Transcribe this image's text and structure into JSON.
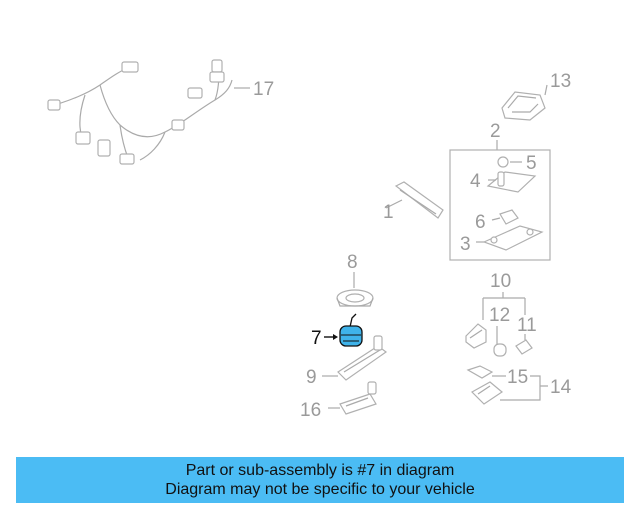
{
  "callouts": {
    "c1": "1",
    "c2": "2",
    "c3": "3",
    "c4": "4",
    "c5": "5",
    "c6": "6",
    "c7": "7",
    "c8": "8",
    "c9": "9",
    "c10": "10",
    "c11": "11",
    "c12": "12",
    "c13": "13",
    "c14": "14",
    "c15": "15",
    "c16": "16",
    "c17": "17"
  },
  "highlight_part": "7",
  "colors": {
    "banner": "#4bbcf4",
    "highlight_part": "#3fb3ea",
    "line_art": "#b0b0b0"
  },
  "banner": {
    "line1": "Part or sub-assembly is #7 in diagram",
    "line2": "Diagram may not be specific to your vehicle"
  }
}
